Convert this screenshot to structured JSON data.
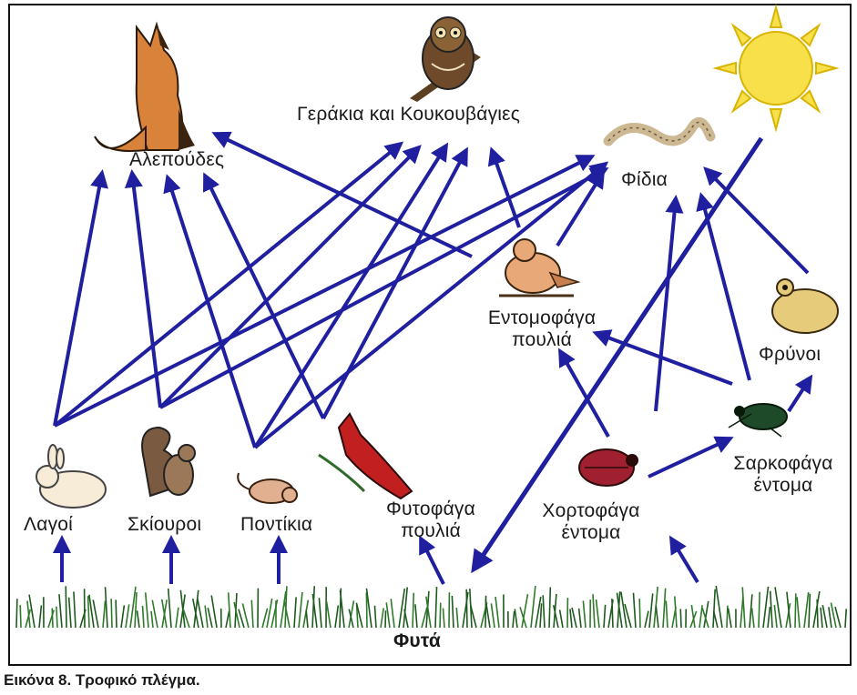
{
  "labels": {
    "foxes": "Αλεπούδες",
    "hawks_owls": "Γεράκια και Κουκουβάγιες",
    "snakes": "Φίδια",
    "insectivorous_birds": "Εντομοφάγα πουλιά",
    "toads": "Φρύνοι",
    "rabbits": "Λαγοί",
    "squirrels": "Σκίουροι",
    "mice": "Ποντίκια",
    "herbivorous_birds": "Φυτοφάγα πουλιά",
    "herbivorous_insects": "Χορτοφάγα έντομα",
    "carnivorous_insects": "Σαρκοφάγα έντομα",
    "plants": "Φυτά"
  },
  "caption": "Εικόνα 8. Τροφικό πλέγμα.",
  "colors": {
    "arrow": "#1f1fa0",
    "grass": "#2f7a2a",
    "sun": "#f7e04a"
  }
}
